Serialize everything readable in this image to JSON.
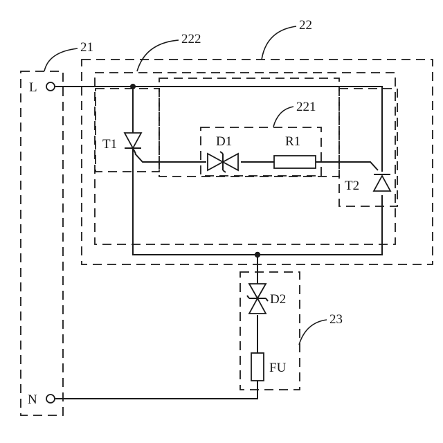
{
  "diagram": {
    "reference_numerals": {
      "protection_device": "21",
      "surge_module": "22",
      "trigger_circuit": "221",
      "switch_circuit": "222",
      "fuse_module": "23"
    },
    "terminals": {
      "live": "L",
      "neutral": "N"
    },
    "components": {
      "thyristor_1": "T1",
      "thyristor_2": "T2",
      "diode_1": "D1",
      "resistor_1": "R1",
      "diode_2": "D2",
      "fuse": "FU"
    }
  }
}
